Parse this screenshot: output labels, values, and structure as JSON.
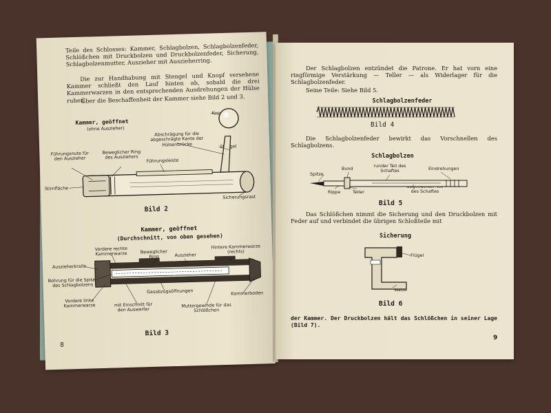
{
  "left_page": {
    "intro_1": "Teile des Schlosses: Kammer, Schlagbolzen, Schlagbolzenfeder, Schlößchen mit Druckbolzen und Druckbolzenfeder, Sicherung, Schlagbolzenmutter, Auszieher mit Auszieherring.",
    "intro_2": "Die zur Handhabung mit Stengel und Knopf versehene Kammer schließt den Lauf hinten ab, sobald die drei Kammerwarzen in den entsprechenden Ausdrehungen der Hülse ruhen.",
    "intro_3": "Über die Beschaffenheit der Kammer siehe Bild 2 und 3.",
    "fig2": {
      "title": "Kammer, geöffnet",
      "subtitle": "(ohne Auszieher)",
      "labels": {
        "knopf": "Knopf",
        "abschraegung": "Abschrägung für die abgeschrägte Kante der Hülsenbrücke",
        "stengel": "Stengel",
        "fuehrungsnute": "Führungsnute für den Auszieher",
        "ring": "Beweglicher Ring des Ausziehers",
        "fuehrungsleiste": "Führungsleiste",
        "stirnflaeche": "Stirnfläche",
        "sicherungsrast": "Sicherungsrast"
      },
      "caption": "Bild 2"
    },
    "fig3": {
      "title": "Kammer, geöffnet",
      "subtitle": "(Durchschnitt, von oben gesehen)",
      "labels": {
        "vordere_rechte": "Vordere rechte Kammerwarze",
        "beweglicher_ring": "Beweglicher Ring",
        "auszieher": "Auszieher",
        "hintere": "Hintere Kammerwarze (rechts)",
        "ausziehkralle": "Auszieherkralle",
        "bohrung": "Bohrung für die Spitze des Schlagbolzens",
        "gasabzug": "Gasabzugsöffnungen",
        "vordere_linke": "Vordere linke Kammerwarze",
        "einschnitt": "mit Einschnitt für den Auswerfer",
        "muttergewinde": "Muttergewinde für das Schlößchen",
        "kammerboden": "Kammerboden"
      },
      "caption": "Bild 3"
    },
    "page_number": "8"
  },
  "right_page": {
    "para_1": "Der Schlagbolzen entzündet die Patrone. Er hat vorn eine ringförmige Verstärkung — Teller — als Widerlager für die Schlagbolzenfeder.",
    "para_2": "Seine Teile: Siehe Bild 5.",
    "fig4": {
      "title": "Schlagbolzenfeder",
      "caption": "Bild 4"
    },
    "para_3": "Die Schlagbolzenfeder bewirkt das Vorschnellen des Schlagbolzens.",
    "fig5": {
      "title": "Schlagbolzen",
      "labels": {
        "spitze": "Spitze",
        "bund": "Bund",
        "runder": "runder Teil des Schaftes",
        "eindrehungen": "Eindrehungen",
        "rippe": "Rippe",
        "teller": "Teller",
        "abgeflachter": "abgeflachter Teil des Schaftes"
      },
      "caption": "Bild 5"
    },
    "para_4": "Das Schlößchen nimmt die Sicherung und den Druckbolzen mit Feder auf und verbindet die übrigen Schloßteile mit",
    "fig6": {
      "title": "Sicherung",
      "labels": {
        "fluegel": "Flügel",
        "walze": "Walze"
      },
      "caption": "Bild 6"
    },
    "para_5": "der Kammer. Der Druckbolzen hält das Schlößchen in seiner Lage (Bild 7).",
    "page_number": "9"
  }
}
